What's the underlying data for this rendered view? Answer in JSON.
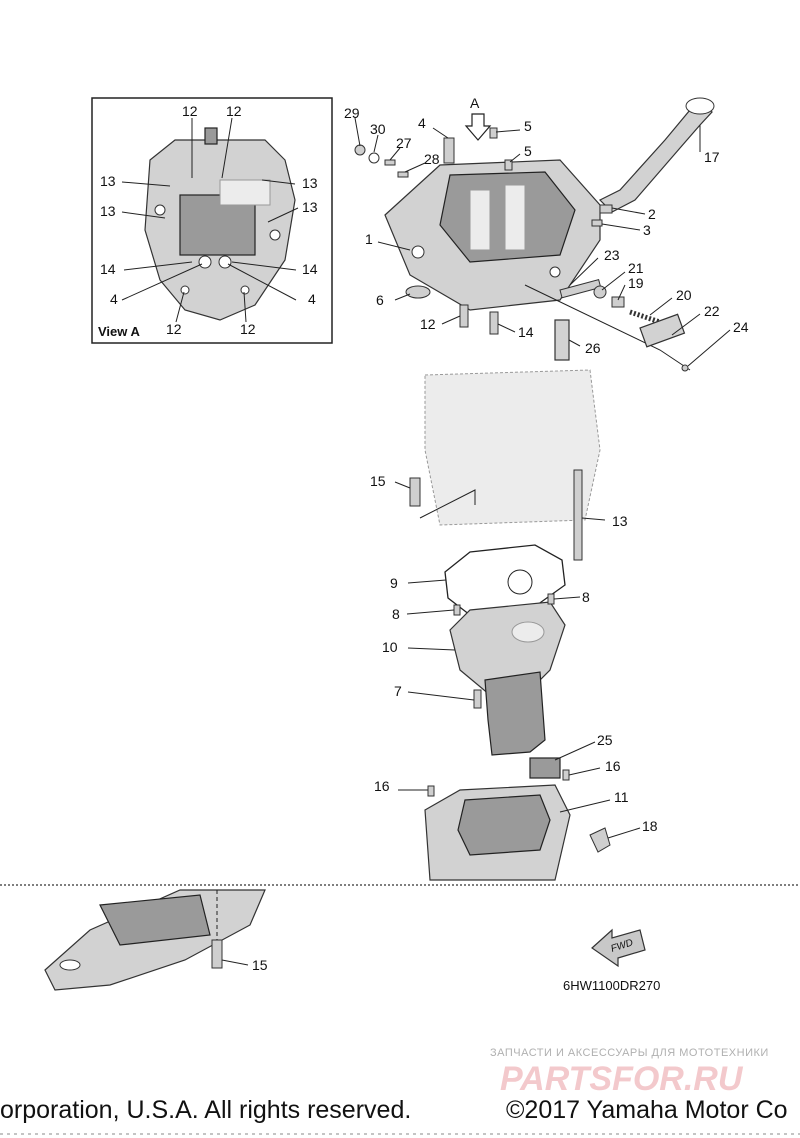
{
  "view_label": "View A",
  "view_callout": "A",
  "diagram_code": "6HW1100DR270",
  "fwd_label": "FWD",
  "watermark_line1": "ЗАПЧАСТИ И АКСЕССУАРЫ ДЛЯ МОТОТЕХНИКИ",
  "watermark_line2": "PARTSFOR.RU",
  "copyright_left": "orporation, U.S.A. All rights reserved.",
  "copyright_right": "©2017 Yamaha Motor Co",
  "callouts": {
    "c1": "1",
    "c2": "2",
    "c3": "3",
    "c4": "4",
    "c5a": "5",
    "c5b": "5",
    "c6": "6",
    "c7": "7",
    "c8a": "8",
    "c8b": "8",
    "c9": "9",
    "c10": "10",
    "c11": "11",
    "c12": "12",
    "c13": "13",
    "c14": "14",
    "c15a": "15",
    "c15b": "15",
    "c16a": "16",
    "c16b": "16",
    "c17": "17",
    "c18": "18",
    "c19": "19",
    "c20": "20",
    "c21": "21",
    "c22": "22",
    "c23": "23",
    "c24": "24",
    "c25": "25",
    "c26": "26",
    "c27": "27",
    "c28": "28",
    "c29": "29",
    "c30": "30"
  },
  "inset_callouts": {
    "i12a": "12",
    "i12b": "12",
    "i13a": "13",
    "i13b": "13",
    "i13c": "13",
    "i13d": "13",
    "i14a": "14",
    "i14b": "14",
    "i4a": "4",
    "i4b": "4",
    "i12c": "12",
    "i12d": "12"
  }
}
